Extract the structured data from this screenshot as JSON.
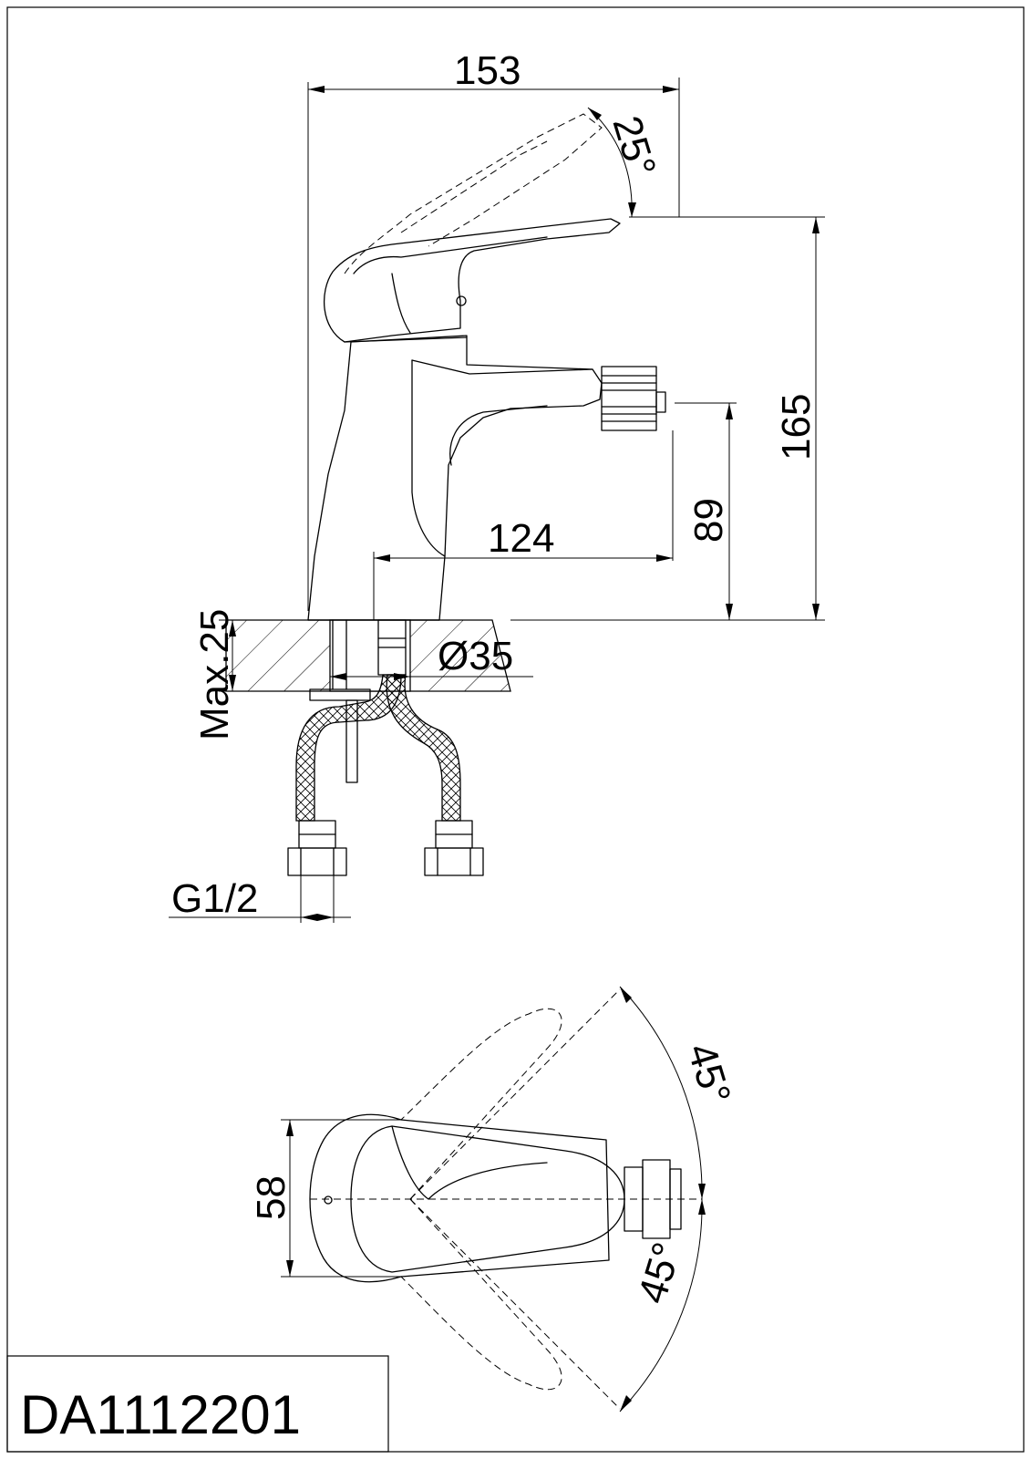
{
  "title_block": {
    "model_code": "DA1112201"
  },
  "dimensions": {
    "overall_length": "153",
    "lever_angle": "25°",
    "overall_height": "165",
    "spout_height": "89",
    "spout_reach": "124",
    "deck_thickness": "Max.25",
    "hole_diameter": "Ø35",
    "connection_thread": "G1/2",
    "body_width": "58",
    "swivel_angle_upper": "45°",
    "swivel_angle_lower": "45°"
  },
  "colors": {
    "line": "#000000",
    "background": "#ffffff"
  }
}
